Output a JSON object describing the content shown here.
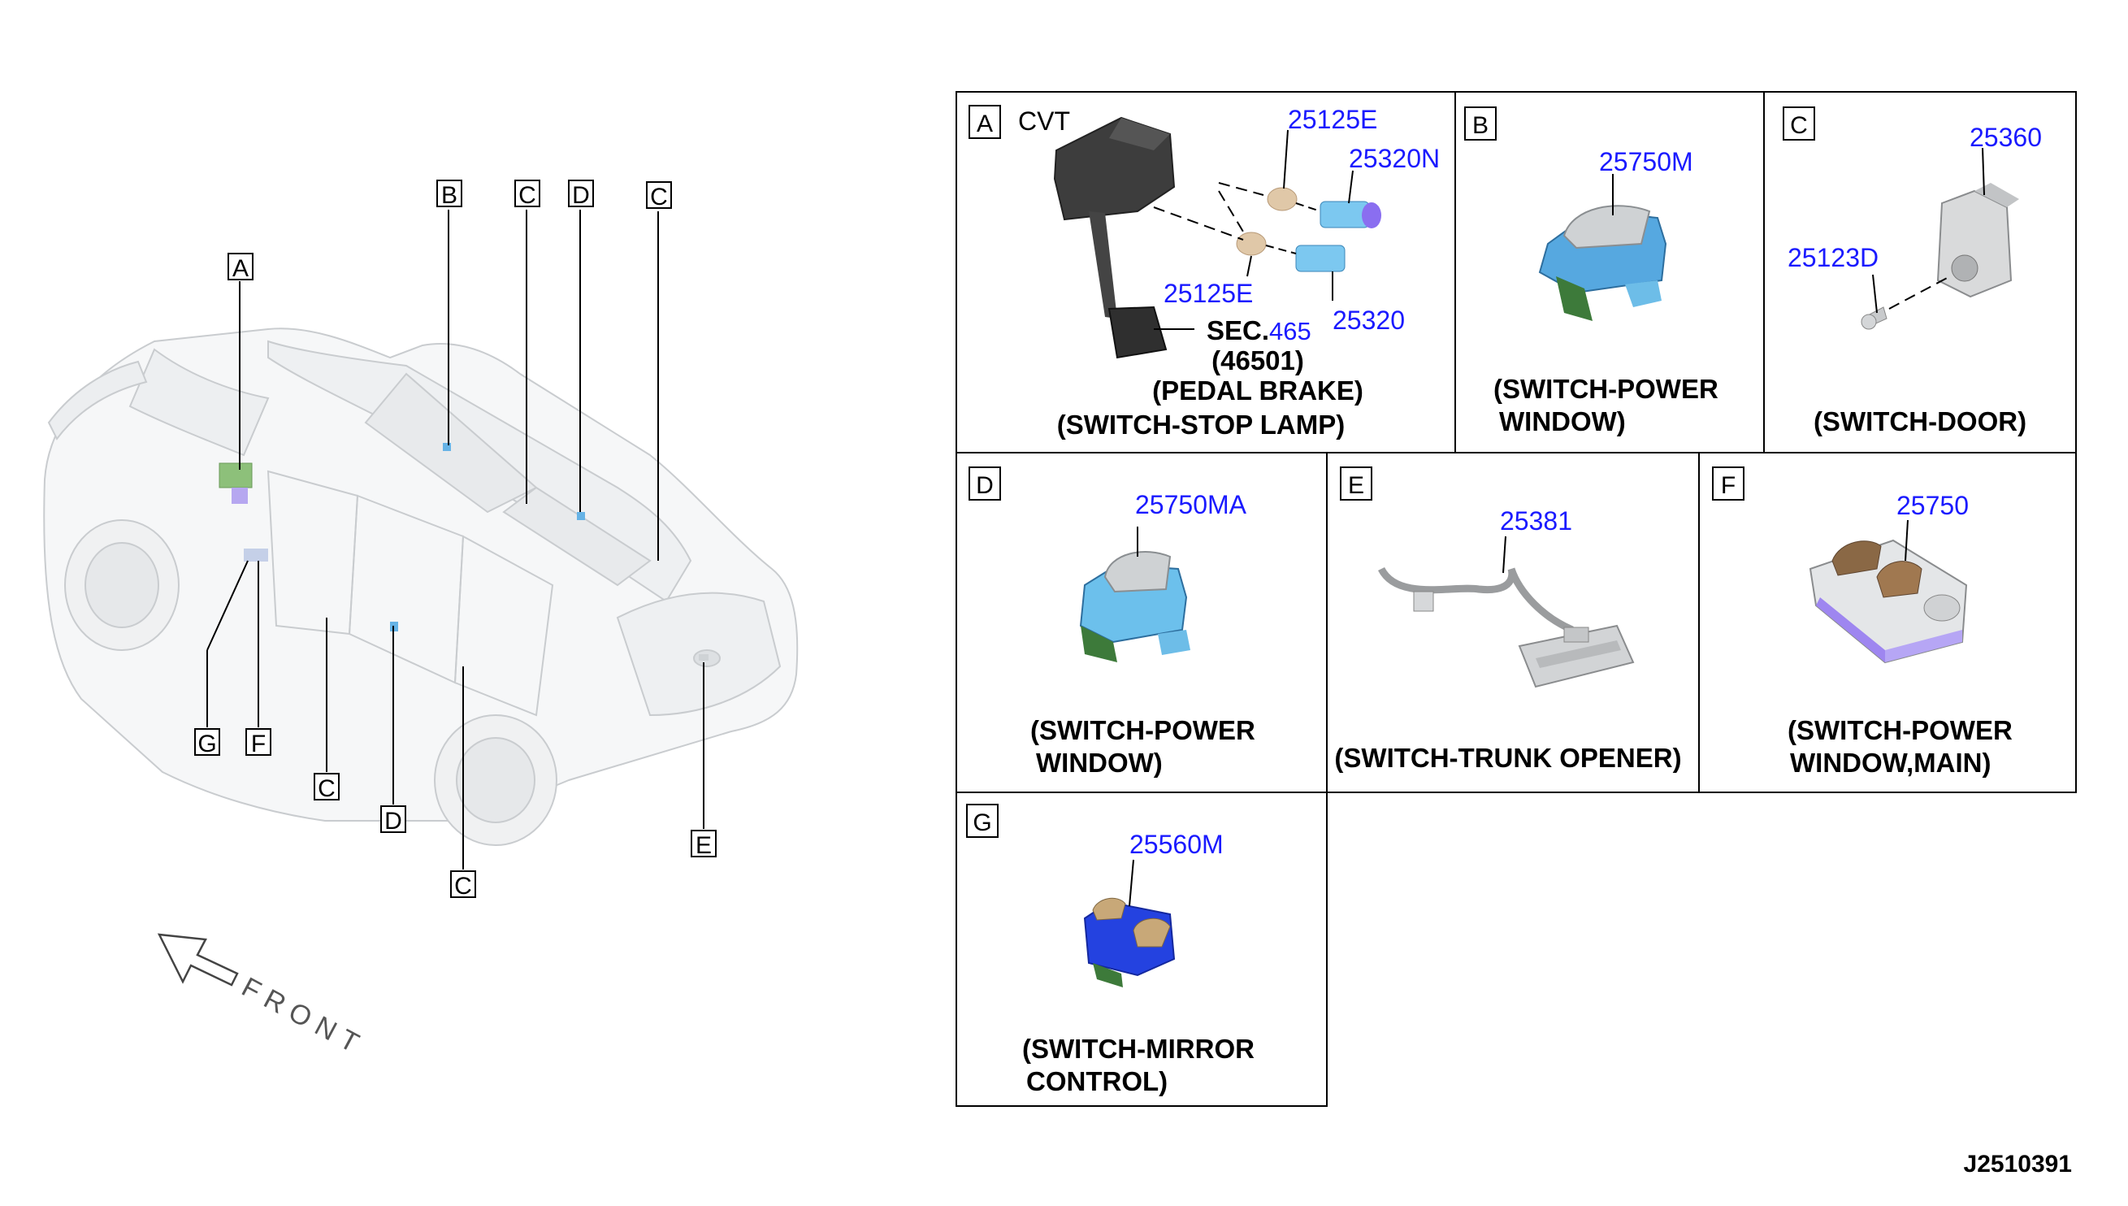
{
  "vehicle_callouts": [
    "A",
    "B",
    "C",
    "D",
    "C",
    "G",
    "F",
    "C",
    "D",
    "C",
    "E"
  ],
  "front_label": "FRONT",
  "panels": {
    "A": {
      "letter": "A",
      "variant": "CVT",
      "parts": [
        "25125E",
        "25320N",
        "25125E",
        "25320"
      ],
      "sec_prefix": "SEC.",
      "sec_num": "465",
      "sec_ref": "(46501)",
      "sec_name": "(PEDAL BRAKE)",
      "caption": "(SWITCH-STOP LAMP)"
    },
    "B": {
      "letter": "B",
      "part": "25750M",
      "caption_lines": [
        "(SWITCH-POWER",
        "WINDOW)"
      ]
    },
    "C": {
      "letter": "C",
      "parts": [
        "25360",
        "25123D"
      ],
      "caption": "(SWITCH-DOOR)"
    },
    "D": {
      "letter": "D",
      "part": "25750MA",
      "caption_lines": [
        "(SWITCH-POWER",
        "WINDOW)"
      ]
    },
    "E": {
      "letter": "E",
      "part": "25381",
      "caption": "(SWITCH-TRUNK OPENER)"
    },
    "F": {
      "letter": "F",
      "part": "25750",
      "caption_lines": [
        "(SWITCH-POWER",
        "WINDOW,MAIN)"
      ]
    },
    "G": {
      "letter": "G",
      "part": "25560M",
      "caption_lines": [
        "(SWITCH-MIRROR",
        "CONTROL)"
      ]
    }
  },
  "diagram_ref": "J2510391"
}
